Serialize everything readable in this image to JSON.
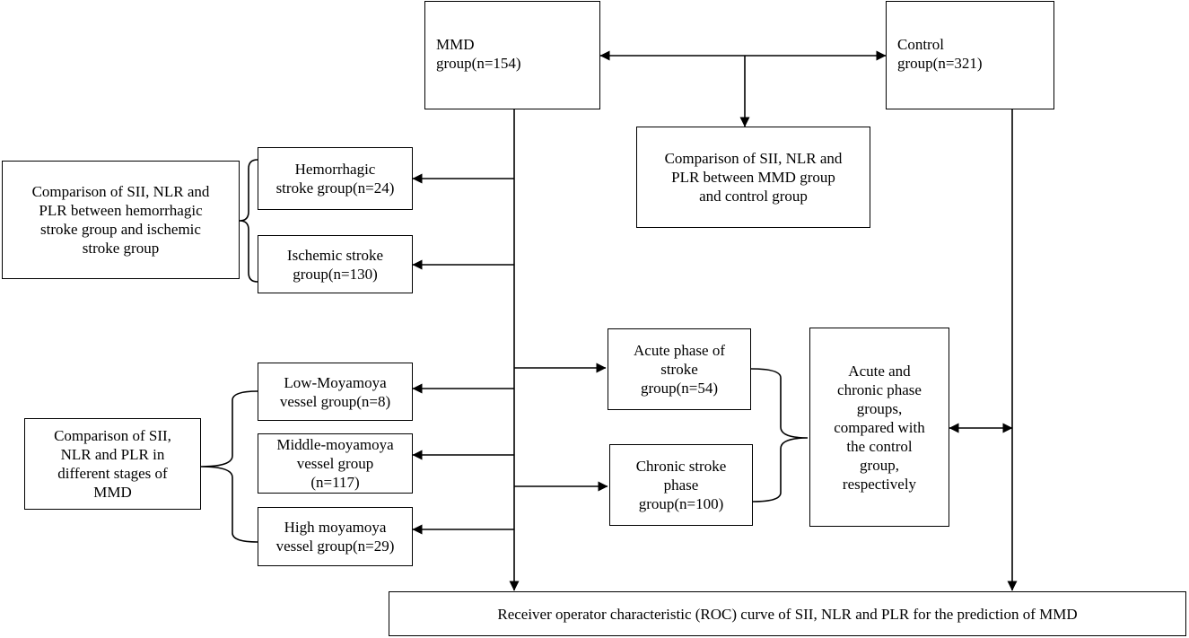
{
  "boxes": {
    "mmd": [
      "MMD",
      "group(n=154)"
    ],
    "control": [
      "Control",
      "group(n=321)"
    ],
    "compare_mmd_control": [
      "Comparison of  SII, NLR and",
      "PLR between MMD group",
      "and  control group"
    ],
    "hemorrhagic": [
      "Hemorrhagic",
      "stroke group(n=24)"
    ],
    "ischemic": [
      "Ischemic stroke",
      "group(n=130)"
    ],
    "compare_stroke_types": [
      "Comparison of SII, NLR and",
      "PLR between hemorrhagic",
      "stroke group and ischemic",
      "stroke group"
    ],
    "low_moyamoya": [
      "Low-Moyamoya",
      "vessel group(n=8)"
    ],
    "middle_moyamoya": [
      "Middle-moyamoya",
      "vessel group",
      "(n=117)"
    ],
    "high_moyamoya": [
      "High moyamoya",
      "vessel group(n=29)"
    ],
    "compare_stages": [
      "Comparison of  SII,",
      "NLR and PLR in",
      "different stages of",
      "MMD"
    ],
    "acute_phase": [
      "Acute phase of",
      "stroke",
      "group(n=54)"
    ],
    "chronic_phase": [
      "Chronic stroke",
      "phase",
      "group(n=100)"
    ],
    "acute_chronic_compare": [
      "Acute and",
      "chronic phase",
      "groups,",
      "compared with",
      "the control",
      "group,",
      "respectively"
    ],
    "roc": [
      "Receiver operator characteristic (ROC) curve of SII, NLR and PLR for the prediction of MMD"
    ]
  }
}
